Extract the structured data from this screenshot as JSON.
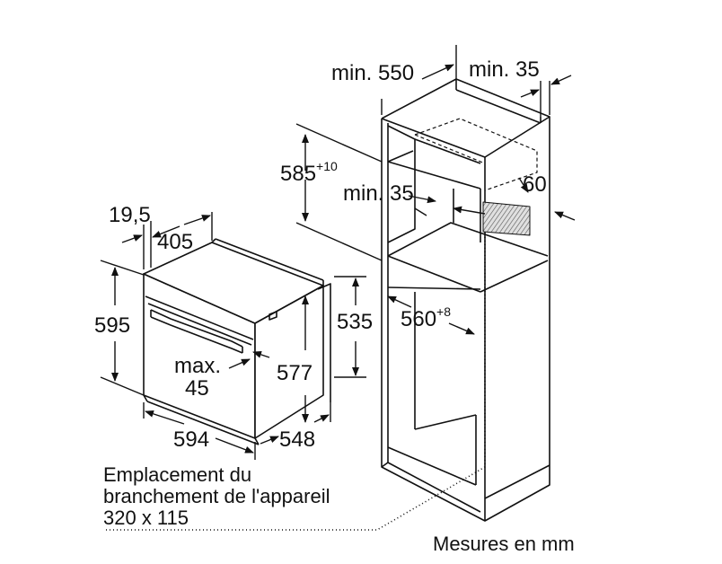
{
  "dimensions": {
    "cabinet_depth": "min. 550",
    "rear_gap": "min. 35",
    "niche_height": "585",
    "niche_height_tolerance": "+10",
    "side_gap": "min. 35",
    "vent_height": "60",
    "niche_width": "560",
    "niche_width_tolerance": "+8",
    "panel_thickness": "19,5",
    "depth_body": "405",
    "height_total": "595",
    "body_height": "535",
    "body_front_height": "577",
    "door_gap_label": "max.",
    "door_gap_value": "45",
    "width_total": "594",
    "depth_total": "548"
  },
  "notes": {
    "connection_line1": "Emplacement du",
    "connection_line2": "branchement de l'appareil",
    "connection_line3": "320 x 115",
    "units": "Mesures en mm"
  }
}
